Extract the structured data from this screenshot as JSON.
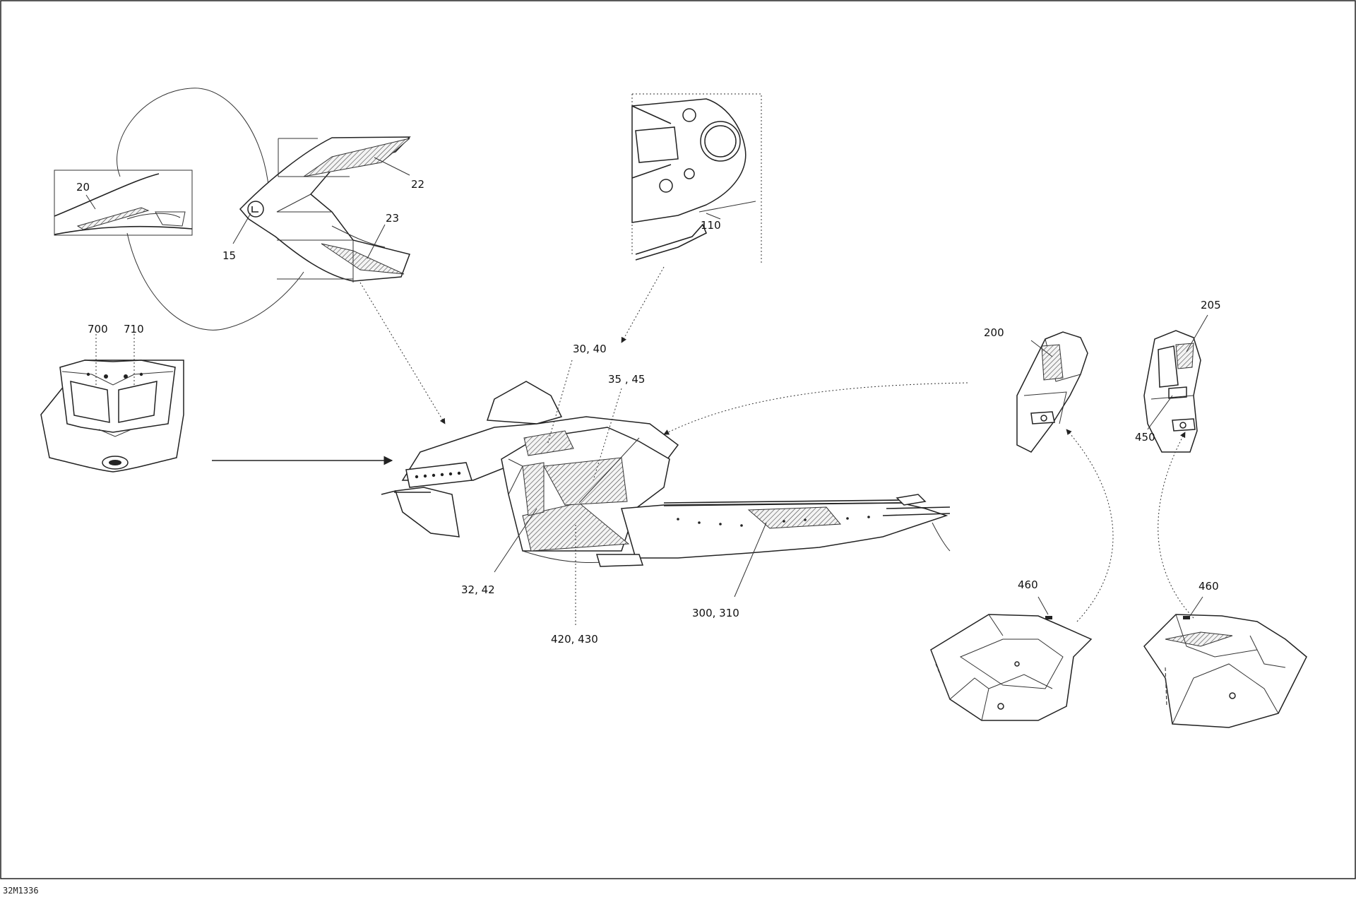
{
  "diagram_code": "32M1336",
  "callouts": {
    "c15": "15",
    "c20": "20",
    "c22": "22",
    "c23": "23",
    "c110": "110",
    "c700": "700",
    "c710": "710",
    "c30_40": "30, 40",
    "c35_45": "35 , 45",
    "c32_42": "32, 42",
    "c420_430": "420, 430",
    "c300_310": "300, 310",
    "c200": "200",
    "c205": "205",
    "c450": "450",
    "c460a": "460",
    "c460b": "460"
  }
}
